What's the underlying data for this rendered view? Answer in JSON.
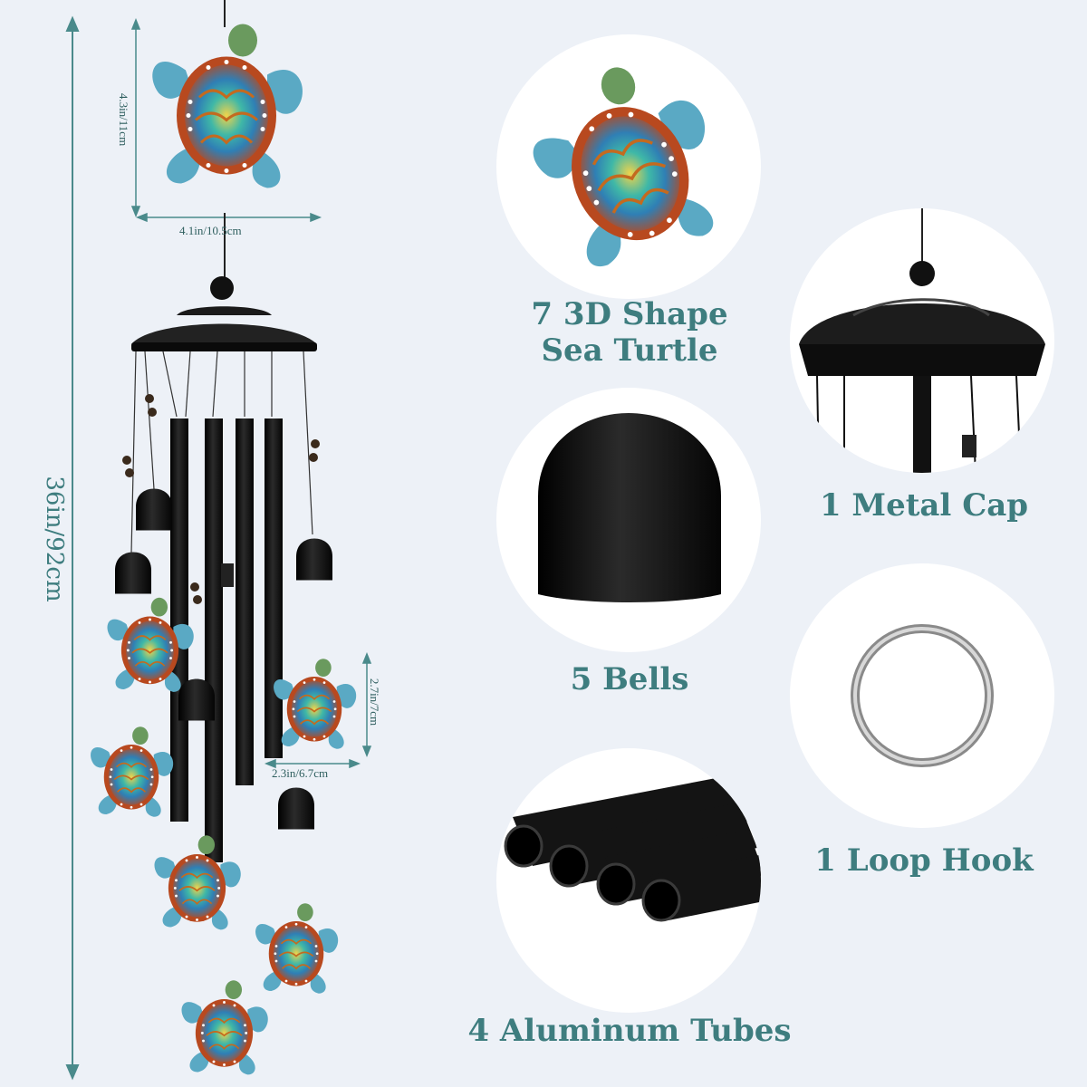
{
  "dimensions": {
    "total_length": "36in/92cm",
    "large_turtle_height": "4.3in/11cm",
    "large_turtle_width": "4.1in/10.5cm",
    "small_turtle_height": "2.7in/7cm",
    "small_turtle_width": "2.3in/6.7cm"
  },
  "features": {
    "turtle": "7 3D Shape\nSea Turtle",
    "cap": "1 Metal Cap",
    "bells": "5 Bells",
    "hook": "1 Loop Hook",
    "tubes": "4 Aluminum Tubes"
  },
  "colors": {
    "background": "#edf1f7",
    "accent_text": "#3e7d7f",
    "metal_black": "#141414",
    "turtle_blue": "#5aa9c4",
    "turtle_shell": "#c0552a"
  }
}
